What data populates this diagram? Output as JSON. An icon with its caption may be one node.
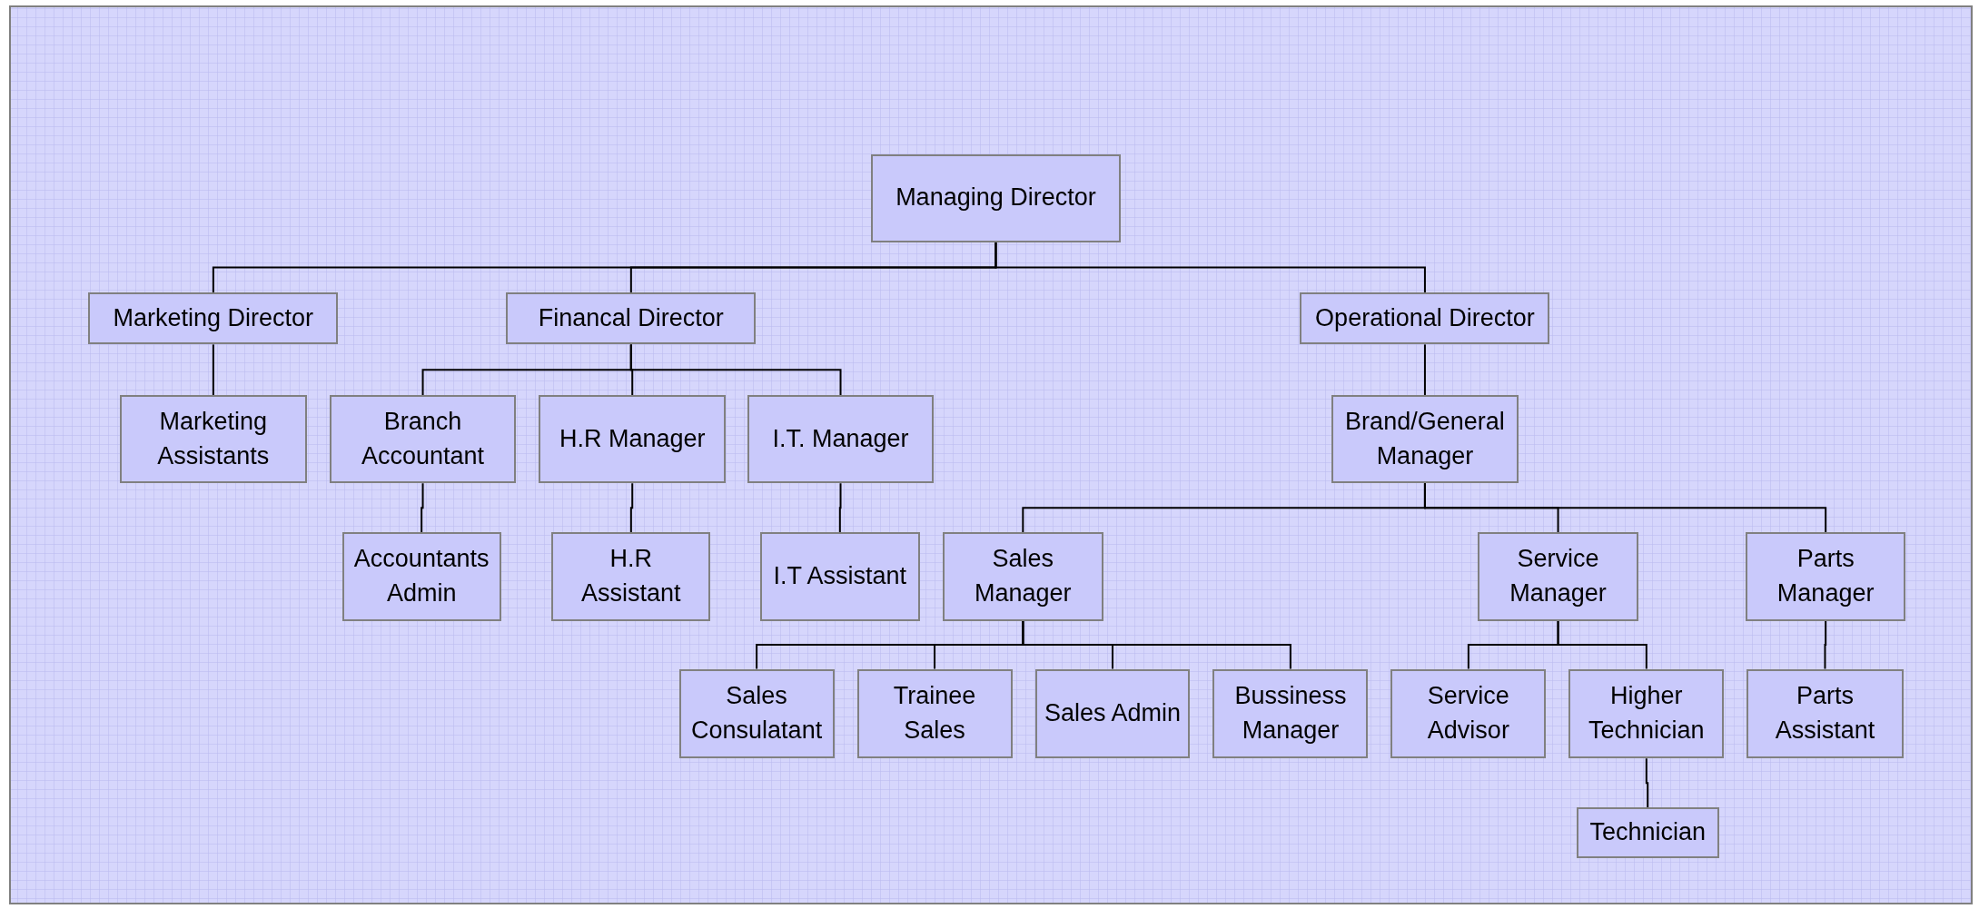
{
  "diagram": {
    "nodes": [
      {
        "text": [
          "Managing Director"
        ]
      },
      {
        "text": [
          "Marketing Director"
        ]
      },
      {
        "text": [
          "Financal Director"
        ]
      },
      {
        "text": [
          "Operational Director"
        ]
      },
      {
        "text": [
          "Marketing Assistants"
        ]
      },
      {
        "text": [
          "Branch Accountant"
        ]
      },
      {
        "text": [
          "H.R Manager"
        ]
      },
      {
        "text": [
          "I.T. Manager"
        ]
      },
      {
        "text": [
          "Brand/General Manager"
        ]
      },
      {
        "text": [
          "Accountants Admin"
        ]
      },
      {
        "text": [
          "H.R Assistant"
        ]
      },
      {
        "text": [
          "I.T Assistant"
        ]
      },
      {
        "text": [
          "Sales Manager"
        ]
      },
      {
        "text": [
          "Service Manager"
        ]
      },
      {
        "text": [
          "Parts Manager"
        ]
      },
      {
        "text": [
          "Sales Consulatant"
        ]
      },
      {
        "text": [
          "Trainee Sales"
        ]
      },
      {
        "text": [
          "Sales Admin"
        ]
      },
      {
        "text": [
          "Bussiness Manager"
        ]
      },
      {
        "text": [
          "Service Advisor"
        ]
      },
      {
        "text": [
          "Higher Technician"
        ]
      },
      {
        "text": [
          "Parts Assistant"
        ]
      },
      {
        "text": [
          "Technician"
        ]
      }
    ],
    "edges": [
      {
        "from": 0,
        "to": 1,
        "arrow": "none"
      },
      {
        "from": 0,
        "to": 2,
        "arrow": "none"
      },
      {
        "from": 0,
        "to": 3,
        "arrow": "none"
      },
      {
        "from": 1,
        "to": 4,
        "arrow": "none"
      },
      {
        "from": 2,
        "to": 5,
        "arrow": "none"
      },
      {
        "from": 2,
        "to": 6,
        "arrow": "none"
      },
      {
        "from": 2,
        "to": 7,
        "arrow": "none"
      },
      {
        "from": 3,
        "to": 8,
        "arrow": "none"
      },
      {
        "from": 5,
        "to": 9,
        "arrow": "none"
      },
      {
        "from": 6,
        "to": 10,
        "arrow": "none"
      },
      {
        "from": 7,
        "to": 11,
        "arrow": "none"
      },
      {
        "from": 8,
        "to": 12,
        "arrow": "none"
      },
      {
        "from": 8,
        "to": 13,
        "arrow": "none"
      },
      {
        "from": 8,
        "to": 14,
        "arrow": "none"
      },
      {
        "from": 12,
        "to": 15,
        "arrow": "none"
      },
      {
        "from": 12,
        "to": 16,
        "arrow": "none"
      },
      {
        "from": 12,
        "to": 17,
        "arrow": "none"
      },
      {
        "from": 12,
        "to": 18,
        "arrow": "none"
      },
      {
        "from": 13,
        "to": 19,
        "arrow": "none"
      },
      {
        "from": 13,
        "to": 20,
        "arrow": "none"
      },
      {
        "from": 14,
        "to": 21,
        "arrow": "none"
      },
      {
        "from": 20,
        "to": 22,
        "arrow": "none"
      }
    ]
  }
}
